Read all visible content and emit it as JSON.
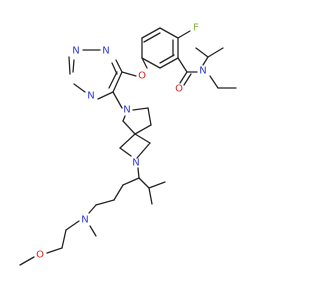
{
  "structure": {
    "atoms": {
      "fluorine": "F",
      "amide_oxygen": "O",
      "amide_nitrogen": "N",
      "ether_oxygen": "O",
      "triazine_n1": "N",
      "triazine_n2": "N",
      "triazine_n3": "N",
      "pyrrolidine_nitrogen": "N",
      "azetidine_nitrogen": "N",
      "amine_nitrogen": "N",
      "methoxy_oxygen": "O"
    },
    "colors": {
      "fluorine": "#7fb23f",
      "oxygen": "#e0221b",
      "nitrogen": "#2b39d6",
      "bond": "#222222"
    }
  }
}
